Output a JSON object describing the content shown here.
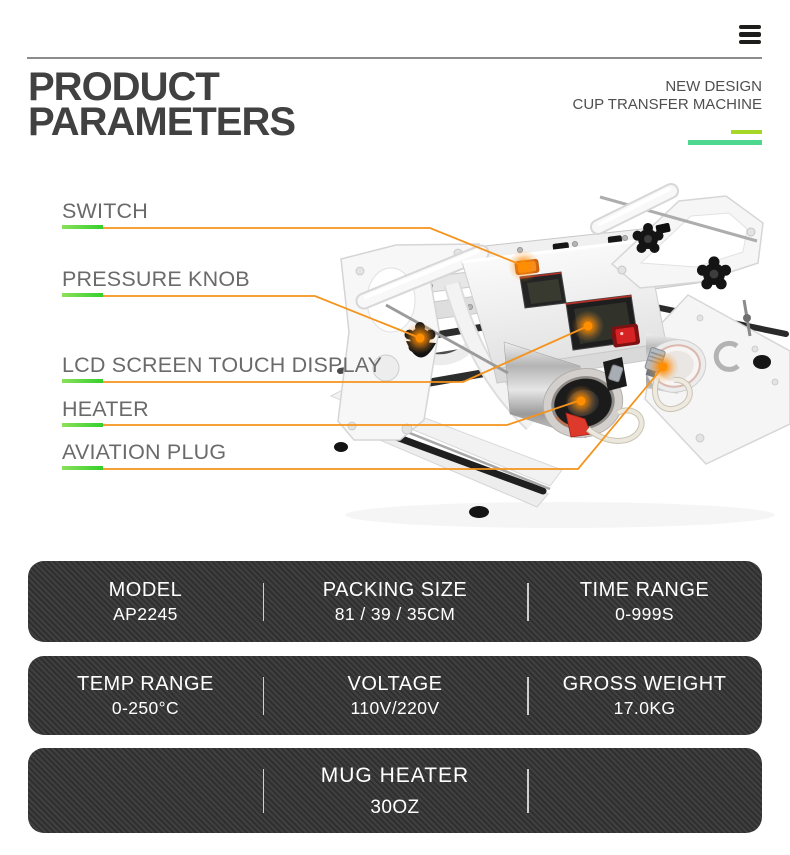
{
  "title": {
    "line1": "PRODUCT",
    "line2": "PARAMETERS"
  },
  "tagline": {
    "line1": "NEW DESIGN",
    "line2": "CUP TRANSFER MACHINE"
  },
  "header": {
    "menu_icon": "hamburger-icon"
  },
  "machine": {
    "name": "cup transfer machine",
    "callouts": [
      {
        "label": "SWITCH"
      },
      {
        "label": "PRESSURE KNOB"
      },
      {
        "label": "LCD SCREEN TOUCH DISPLAY"
      },
      {
        "label": "HEATER"
      },
      {
        "label": "AVIATION PLUG"
      }
    ]
  },
  "specs": {
    "rows": [
      [
        {
          "label": "MODEL",
          "value": "AP2245"
        },
        {
          "label": "PACKING SIZE",
          "value": "81 / 39 / 35CM"
        },
        {
          "label": "TIME RANGE",
          "value": "0-999S"
        }
      ],
      [
        {
          "label": "TEMP RANGE",
          "value": "0-250°C"
        },
        {
          "label": "VOLTAGE",
          "value": "110V/220V"
        },
        {
          "label": "GROSS WEIGHT",
          "value": "17.0KG"
        }
      ],
      [
        {
          "label": "",
          "value": ""
        },
        {
          "label": "MUG HEATER",
          "value": "30OZ"
        },
        {
          "label": "",
          "value": ""
        }
      ]
    ]
  },
  "colors": {
    "accent_orange": "#f5941d",
    "callout_green": "#35d02c",
    "tagline_green_light": "#a6d626",
    "tagline_green_dark": "#4ed88f",
    "spec_box_bg": "#373737",
    "title_color": "#414141",
    "label_color": "#6a6a6a"
  }
}
